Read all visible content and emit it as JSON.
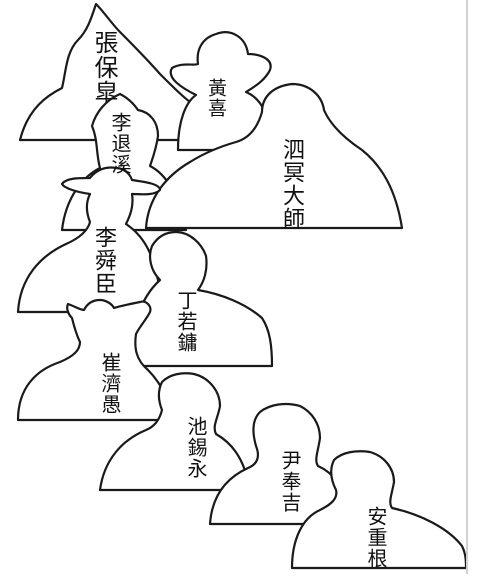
{
  "figures": [
    {
      "id": "fig-1",
      "name": "張保皐"
    },
    {
      "id": "fig-2",
      "name": "黃喜"
    },
    {
      "id": "fig-3",
      "name": "李退溪"
    },
    {
      "id": "fig-4",
      "name": "泗冥大師"
    },
    {
      "id": "fig-5",
      "name": "李舜臣"
    },
    {
      "id": "fig-6",
      "name": "丁若鏞"
    },
    {
      "id": "fig-7",
      "name": "崔濟愚"
    },
    {
      "id": "fig-8",
      "name": "池錫永"
    },
    {
      "id": "fig-9",
      "name": "尹奉吉"
    },
    {
      "id": "fig-10",
      "name": "安重根"
    }
  ]
}
